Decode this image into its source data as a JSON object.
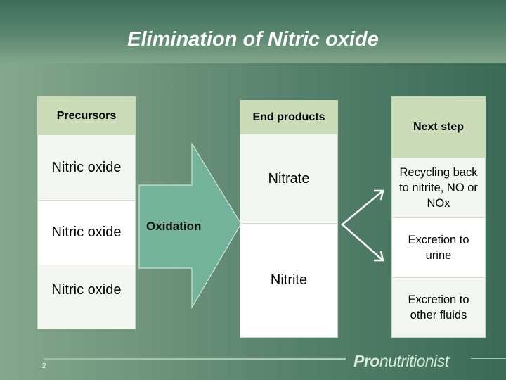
{
  "slide": {
    "title": "Elimination of Nitric oxide",
    "page_number": "2",
    "logo": {
      "bold": "Pro",
      "rest": "nutritionist"
    }
  },
  "precursors": {
    "header": "Precursors",
    "items": [
      "Nitric oxide",
      "Nitric oxide",
      "Nitric oxide"
    ]
  },
  "process": {
    "label": "Oxidation"
  },
  "end_products": {
    "header": "End products",
    "items": [
      "Nitrate",
      "Nitrite"
    ]
  },
  "next_step": {
    "header": "Next step",
    "items": [
      "Recycling back to nitrite, NO or NOx",
      "Excretion to urine",
      "Excretion to other fluids"
    ]
  },
  "colors": {
    "header_fill": "#ccdcb9",
    "arrow_fill": "#73b39b",
    "bg_dark": "#3a6b57"
  }
}
